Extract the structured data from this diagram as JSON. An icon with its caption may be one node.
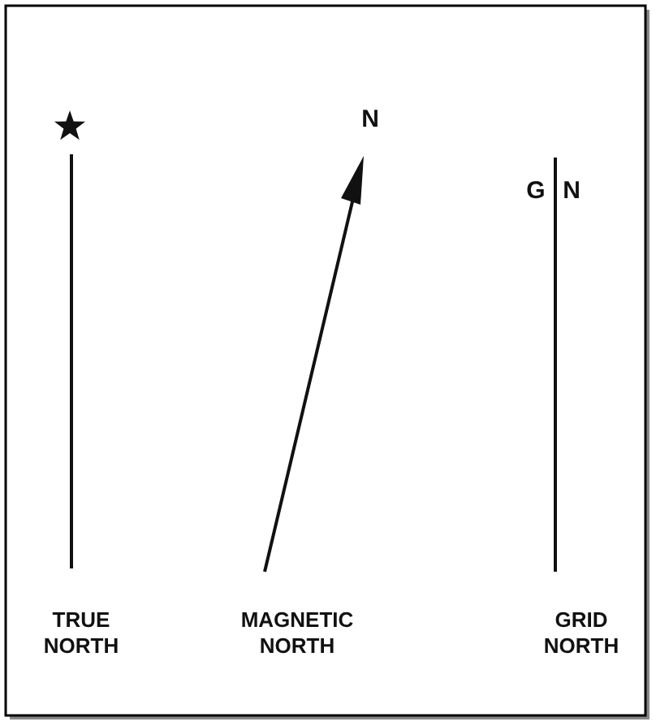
{
  "diagram": {
    "labels": [
      "N",
      "G",
      "N",
      "TRUE NORTH",
      "MAGNETIC NORTH",
      "GRID NORTH"
    ]
  }
}
